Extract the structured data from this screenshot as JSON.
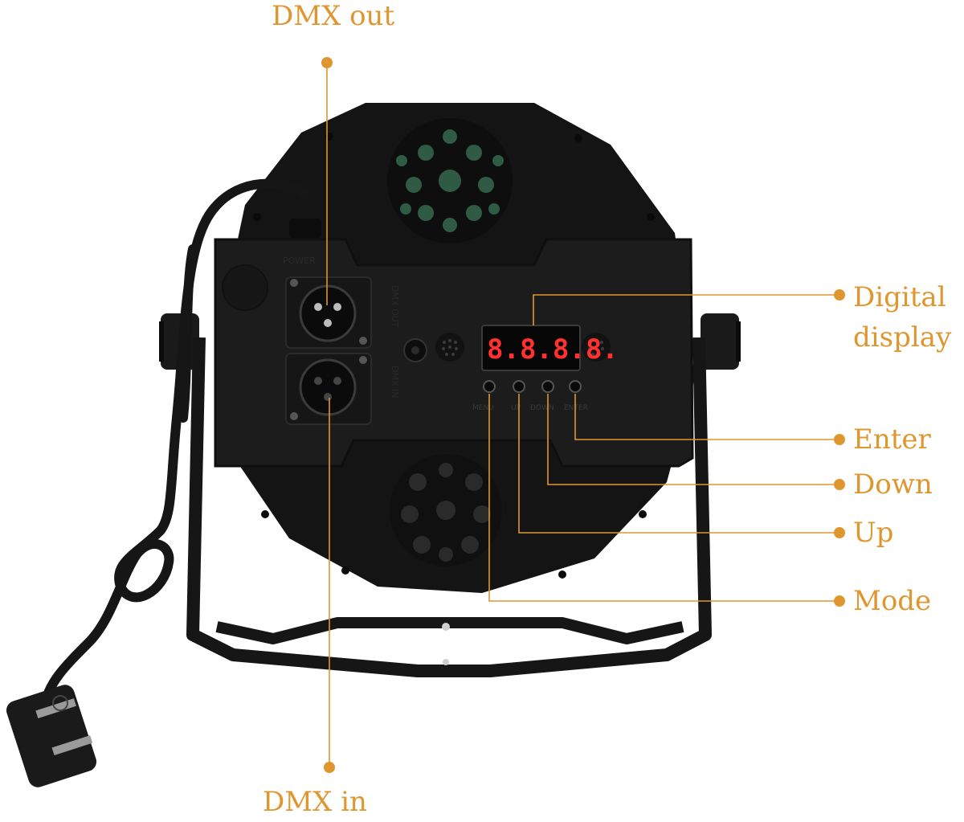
{
  "labels": {
    "dmx_out": "DMX out",
    "dmx_in": "DMX in",
    "digital_display_line1": "Digital",
    "digital_display_line2": "display",
    "enter": "Enter",
    "down": "Down",
    "up": "Up",
    "mode": "Mode"
  },
  "device": {
    "power_label": "POWER",
    "dmx_out_label": "DMX OUT",
    "dmx_in_label": "DMX IN",
    "display_value": "8.8.8.8.",
    "buttons": [
      "MENU",
      "UP",
      "DOWN",
      "ENTER"
    ]
  },
  "colors": {
    "accent": "#e0962f",
    "device_body": "#141414",
    "panel": "#1c1c1c",
    "display_digits": "#ff3030"
  }
}
